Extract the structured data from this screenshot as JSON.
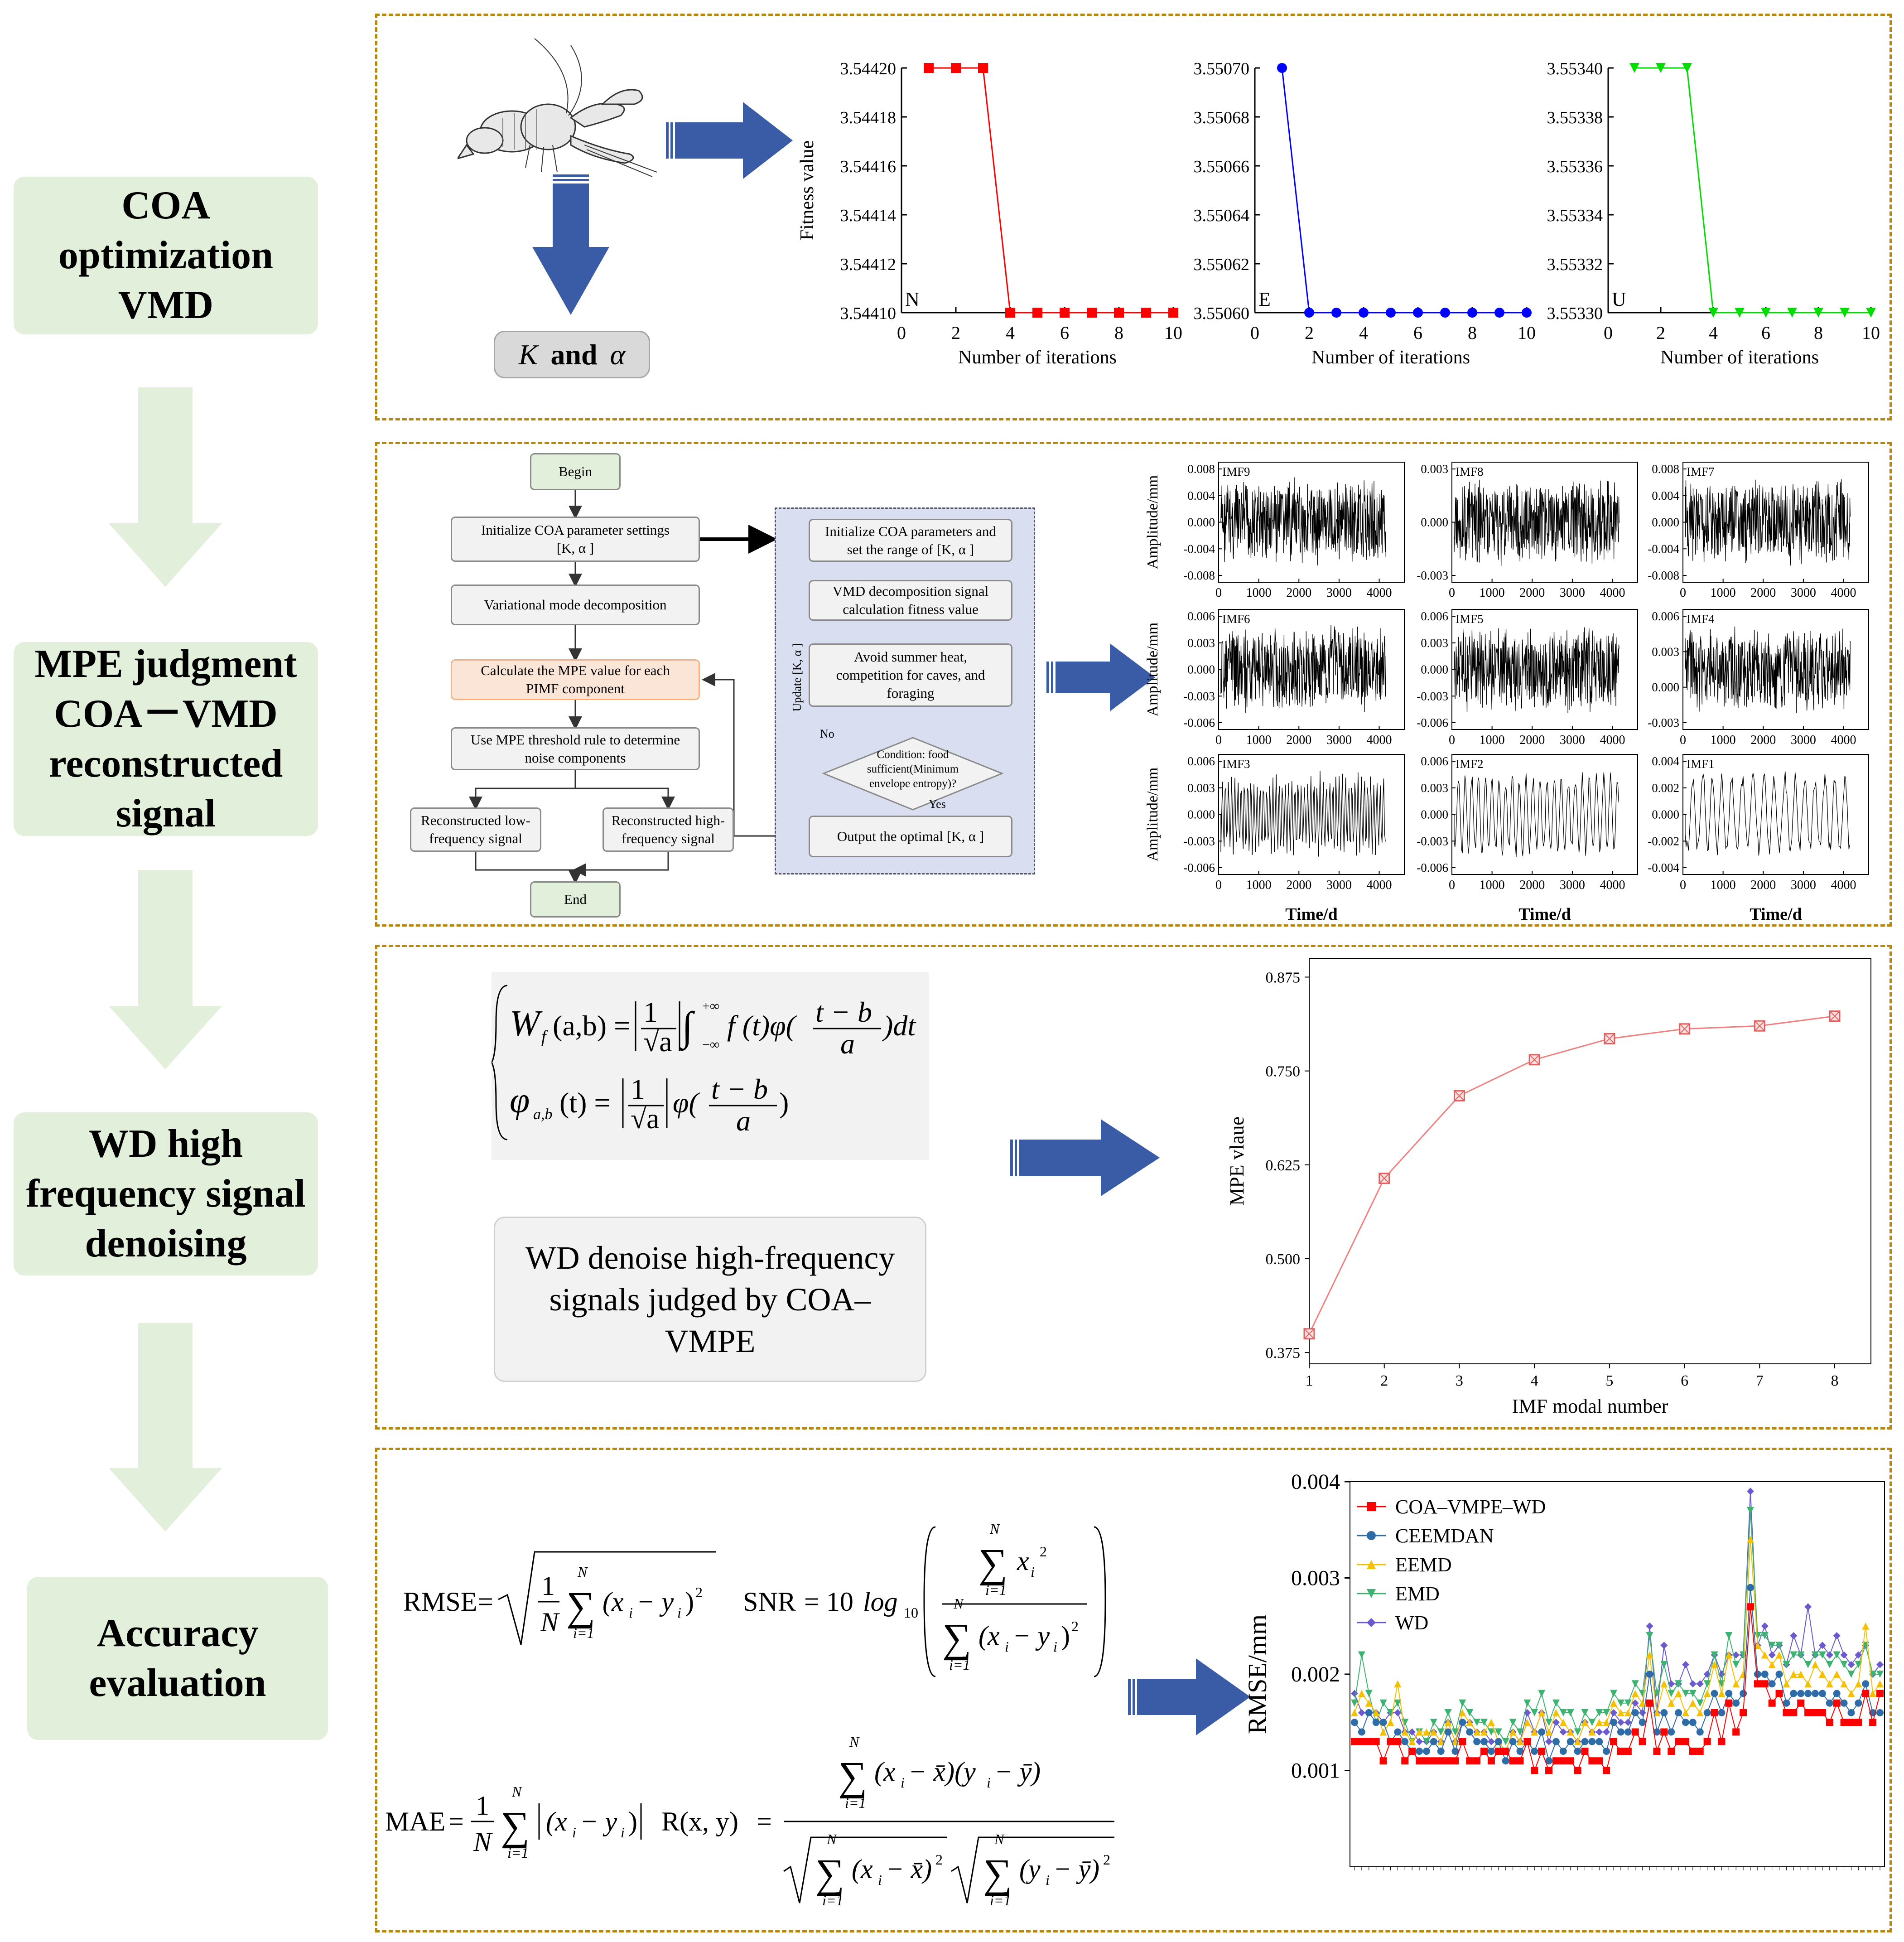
{
  "steps": [
    {
      "label": "COA\noptimization\nVMD"
    },
    {
      "label": "MPE judgment\nCOA－VMD\nreconstructed\nsignal"
    },
    {
      "label": "WD high\nfrequency signal\ndenoising"
    },
    {
      "label": "Accuracy\nevaluation"
    }
  ],
  "panel1": {
    "output_label_k": "K",
    "output_label_and": "and",
    "output_label_alpha": "α",
    "fitness_ylabel": "Fitness value",
    "iter_xlabel": "Number of iterations",
    "panel_letters": [
      "N",
      "E",
      "U"
    ]
  },
  "panel2": {
    "flow_left": {
      "begin": "Begin",
      "init": "Initialize COA parameter settings\n[K, α ]",
      "vmd": "Variational mode decomposition",
      "mpe": "Calculate the MPE value for each\nPIMF component",
      "threshold": "Use MPE threshold rule to determine\nnoise components",
      "low": "Reconstructed low-\nfrequency signal",
      "high": "Reconstructed high-\nfrequency signal",
      "end": "End"
    },
    "flow_right": {
      "init": "Initialize COA parameters and\nset the range of [K, α ]",
      "fitness": "VMD decomposition signal\ncalculation fitness value",
      "behave": "Avoid summer heat,\ncompetition for caves, and\nforaging",
      "condition": "Condition: food\nsufficient(Minimum\nenvelope entropy)?",
      "output": "Output the optimal  [K, α ]",
      "update": "Update  [K, α ]",
      "no": "No",
      "yes": "Yes"
    },
    "imf_ylabel": "Amplitude/mm",
    "imf_xlabel": "Time/d",
    "imf_xticks": [
      "0",
      "1000",
      "2000",
      "3000",
      "4000"
    ],
    "imf_panels": [
      {
        "name": "IMF9",
        "yticks": [
          "0.008",
          "0.004",
          "0.000",
          "-0.004",
          "-0.008"
        ],
        "ylabel": true
      },
      {
        "name": "IMF8",
        "yticks": [
          "0.003",
          "0.000",
          "-0.003"
        ],
        "ylabel": false
      },
      {
        "name": "IMF7",
        "yticks": [
          "0.008",
          "0.004",
          "0.000",
          "-0.004",
          "-0.008"
        ],
        "ylabel": false
      },
      {
        "name": "IMF6",
        "yticks": [
          "0.006",
          "0.003",
          "0.000",
          "-0.003",
          "-0.006"
        ],
        "ylabel": true
      },
      {
        "name": "IMF5",
        "yticks": [
          "0.006",
          "0.003",
          "0.000",
          "-0.003",
          "-0.006"
        ],
        "ylabel": false
      },
      {
        "name": "IMF4",
        "yticks": [
          "0.006",
          "0.003",
          "0.000",
          "-0.003"
        ],
        "ylabel": false
      },
      {
        "name": "IMF3",
        "yticks": [
          "0.006",
          "0.003",
          "0.000",
          "-0.003",
          "-0.006"
        ],
        "ylabel": true
      },
      {
        "name": "IMF2",
        "yticks": [
          "0.006",
          "0.003",
          "0.000",
          "-0.003",
          "-0.006"
        ],
        "ylabel": false
      },
      {
        "name": "IMF1",
        "yticks": [
          "0.004",
          "0.002",
          "0.000",
          "-0.002",
          "-0.004"
        ],
        "ylabel": false
      }
    ]
  },
  "panel3": {
    "wd_note": "WD denoise high-frequency signals judged by COA–VMPE"
  },
  "panel4": {
    "rmse_label": "RMSE",
    "snr_label": "SNR",
    "mae_label": "MAE",
    "r_label": "R(x, y)"
  },
  "colors": {
    "step_bg": "#e2efda",
    "down_arrow": "#e2efda",
    "panel_border": "#b8860b",
    "blue_arrow": "#3a5ba5",
    "flow_right_bg": "#d9dff0",
    "mpe_box": "#fbe5d6"
  },
  "chart_data": [
    {
      "type": "line",
      "panel_label": "N",
      "x": [
        1,
        2,
        3,
        4,
        5,
        6,
        7,
        8,
        9,
        10
      ],
      "values": [
        3.5442,
        3.5442,
        3.5442,
        3.5441,
        3.5441,
        3.5441,
        3.5441,
        3.5441,
        3.5441,
        3.5441
      ],
      "ylim": [
        3.5441,
        3.5442
      ],
      "yticks": [
        "3.54410",
        "3.54412",
        "3.54414",
        "3.54416",
        "3.54418",
        "3.54420"
      ],
      "xlim": [
        0,
        10
      ],
      "xticks": [
        "0",
        "2",
        "4",
        "6",
        "8",
        "10"
      ],
      "xlabel": "Number of iterations",
      "ylabel": "Fitness value",
      "color": "#ff0000",
      "marker": "square"
    },
    {
      "type": "line",
      "panel_label": "E",
      "x": [
        1,
        2,
        3,
        4,
        5,
        6,
        7,
        8,
        9,
        10
      ],
      "values": [
        3.5507,
        3.5506,
        3.5506,
        3.5506,
        3.5506,
        3.5506,
        3.5506,
        3.5506,
        3.5506,
        3.5506
      ],
      "ylim": [
        3.5506,
        3.5507
      ],
      "yticks": [
        "3.55060",
        "3.55062",
        "3.55064",
        "3.55066",
        "3.55068",
        "3.55070"
      ],
      "xlim": [
        0,
        10
      ],
      "xticks": [
        "0",
        "2",
        "4",
        "6",
        "8",
        "10"
      ],
      "xlabel": "Number of iterations",
      "color": "#0000ff",
      "marker": "circle"
    },
    {
      "type": "line",
      "panel_label": "U",
      "x": [
        1,
        2,
        3,
        4,
        5,
        6,
        7,
        8,
        9,
        10
      ],
      "values": [
        3.5534,
        3.5534,
        3.5534,
        3.5533,
        3.5533,
        3.5533,
        3.5533,
        3.5533,
        3.5533,
        3.5533
      ],
      "ylim": [
        3.5533,
        3.5534
      ],
      "yticks": [
        "3.55330",
        "3.55332",
        "3.55334",
        "3.55336",
        "3.55338",
        "3.55340"
      ],
      "xlim": [
        0,
        10
      ],
      "xticks": [
        "0",
        "2",
        "4",
        "6",
        "8",
        "10"
      ],
      "xlabel": "Number of iterations",
      "color": "#00dd00",
      "marker": "triangle-down"
    },
    {
      "type": "line",
      "x": [
        1,
        2,
        3,
        4,
        5,
        6,
        7,
        8
      ],
      "values": [
        0.4,
        0.607,
        0.717,
        0.765,
        0.793,
        0.806,
        0.81,
        0.823
      ],
      "ylim": [
        0.36,
        0.9
      ],
      "yticks": [
        "0.375",
        "0.500",
        "0.625",
        "0.750",
        "0.875"
      ],
      "xticks": [
        "1",
        "2",
        "3",
        "4",
        "5",
        "6",
        "7",
        "8"
      ],
      "xlabel": "IMF modal number",
      "ylabel": "MPE vlaue",
      "color": "#f08080",
      "marker": "square-x"
    },
    {
      "type": "line",
      "ylim": [
        0.0,
        0.004
      ],
      "yticks": [
        "0.001",
        "0.002",
        "0.003",
        "0.004"
      ],
      "ylabel": "RMSE/mm",
      "series": [
        {
          "name": "COA–VMPE–WD",
          "color": "#ff0000",
          "marker": "square",
          "values": [
            0.0013,
            0.0013,
            0.0013,
            0.0013,
            0.0011,
            0.0013,
            0.0013,
            0.0011,
            0.0012,
            0.0011,
            0.0011,
            0.0011,
            0.0011,
            0.0011,
            0.0011,
            0.0013,
            0.0011,
            0.0011,
            0.0012,
            0.0011,
            0.0012,
            0.0012,
            0.0011,
            0.0011,
            0.0013,
            0.001,
            0.0012,
            0.001,
            0.0011,
            0.0011,
            0.0011,
            0.001,
            0.0012,
            0.0011,
            0.0011,
            0.001,
            0.0013,
            0.0012,
            0.0012,
            0.0014,
            0.0013,
            0.0017,
            0.0012,
            0.0014,
            0.0012,
            0.0013,
            0.0013,
            0.0012,
            0.0012,
            0.0013,
            0.0016,
            0.0013,
            0.0017,
            0.0014,
            0.0016,
            0.0027,
            0.0019,
            0.0019,
            0.0017,
            0.0018,
            0.0016,
            0.0016,
            0.0017,
            0.0016,
            0.0016,
            0.0016,
            0.0015,
            0.0017,
            0.0015,
            0.0015,
            0.0015,
            0.0018,
            0.0015,
            0.0018
          ]
        },
        {
          "name": "CEEMDAN",
          "color": "#2e6ca8",
          "marker": "circle",
          "values": [
            0.0015,
            0.0014,
            0.0016,
            0.0015,
            0.0015,
            0.0013,
            0.0014,
            0.0013,
            0.0012,
            0.0012,
            0.0012,
            0.0013,
            0.0012,
            0.0014,
            0.0012,
            0.0015,
            0.0014,
            0.0013,
            0.0013,
            0.0012,
            0.0013,
            0.0011,
            0.0013,
            0.0012,
            0.0013,
            0.0012,
            0.0014,
            0.0011,
            0.0013,
            0.0012,
            0.0013,
            0.0012,
            0.0013,
            0.0013,
            0.0013,
            0.0012,
            0.0015,
            0.0014,
            0.0014,
            0.0016,
            0.0015,
            0.002,
            0.0014,
            0.0016,
            0.0014,
            0.0016,
            0.0015,
            0.0015,
            0.0014,
            0.0016,
            0.0018,
            0.0016,
            0.0018,
            0.0017,
            0.0018,
            0.0029,
            0.002,
            0.002,
            0.0019,
            0.002,
            0.0017,
            0.0018,
            0.0018,
            0.0018,
            0.0018,
            0.0018,
            0.0017,
            0.0018,
            0.0017,
            0.0016,
            0.0017,
            0.0019,
            0.0016,
            0.0016
          ]
        },
        {
          "name": "EEMD",
          "color": "#f5c000",
          "marker": "triangle",
          "values": [
            0.0016,
            0.0018,
            0.0017,
            0.0016,
            0.0014,
            0.0015,
            0.0019,
            0.0014,
            0.0013,
            0.0014,
            0.0014,
            0.0014,
            0.0013,
            0.0015,
            0.0013,
            0.0016,
            0.0015,
            0.0014,
            0.0014,
            0.0015,
            0.0013,
            0.0012,
            0.0014,
            0.0013,
            0.0015,
            0.0014,
            0.0016,
            0.0014,
            0.0016,
            0.0015,
            0.0014,
            0.0013,
            0.0015,
            0.0014,
            0.0015,
            0.0015,
            0.0017,
            0.0016,
            0.0016,
            0.0018,
            0.0017,
            0.0022,
            0.0016,
            0.0019,
            0.0017,
            0.0018,
            0.0016,
            0.0017,
            0.0016,
            0.0018,
            0.0021,
            0.0018,
            0.0022,
            0.0019,
            0.002,
            0.0034,
            0.0023,
            0.0022,
            0.0021,
            0.0022,
            0.0019,
            0.002,
            0.002,
            0.0019,
            0.0021,
            0.002,
            0.0019,
            0.002,
            0.0019,
            0.0018,
            0.0019,
            0.0025,
            0.0018,
            0.0019
          ]
        },
        {
          "name": "EMD",
          "color": "#3cb371",
          "marker": "triangle-down",
          "values": [
            0.0017,
            0.0022,
            0.0018,
            0.0015,
            0.0017,
            0.0016,
            0.0017,
            0.0015,
            0.0013,
            0.0014,
            0.0013,
            0.0015,
            0.0014,
            0.0016,
            0.0014,
            0.0017,
            0.0016,
            0.0015,
            0.0015,
            0.0014,
            0.0014,
            0.0013,
            0.0015,
            0.0014,
            0.0017,
            0.0016,
            0.0018,
            0.0015,
            0.0017,
            0.0016,
            0.0016,
            0.0014,
            0.0016,
            0.0015,
            0.0016,
            0.0016,
            0.0018,
            0.0017,
            0.0017,
            0.0019,
            0.0018,
            0.0024,
            0.0018,
            0.0021,
            0.0018,
            0.0019,
            0.0018,
            0.0018,
            0.0017,
            0.0019,
            0.0022,
            0.0019,
            0.0024,
            0.0021,
            0.0022,
            0.0037,
            0.0024,
            0.0024,
            0.0023,
            0.0023,
            0.0021,
            0.0022,
            0.0022,
            0.0021,
            0.0022,
            0.0022,
            0.0021,
            0.0022,
            0.0021,
            0.002,
            0.0021,
            0.0023,
            0.002,
            0.002
          ]
        },
        {
          "name": "WD",
          "color": "#6a5acd",
          "marker": "diamond",
          "values": [
            0.0018,
            0.0016,
            0.0016,
            0.0016,
            0.0015,
            0.0016,
            0.0016,
            0.0014,
            0.0014,
            0.0013,
            0.0013,
            0.0014,
            0.0013,
            0.0015,
            0.0013,
            0.0015,
            0.0015,
            0.0014,
            0.0014,
            0.0013,
            0.0013,
            0.0012,
            0.0014,
            0.0013,
            0.0016,
            0.0014,
            0.0016,
            0.0013,
            0.0015,
            0.0014,
            0.0014,
            0.0013,
            0.0015,
            0.0014,
            0.0014,
            0.0014,
            0.0016,
            0.0015,
            0.0015,
            0.0017,
            0.0016,
            0.0025,
            0.0016,
            0.0023,
            0.0019,
            0.0019,
            0.0021,
            0.0019,
            0.0019,
            0.002,
            0.0022,
            0.002,
            0.0022,
            0.0022,
            0.0022,
            0.0039,
            0.0023,
            0.0025,
            0.0022,
            0.0023,
            0.0021,
            0.0024,
            0.0022,
            0.0027,
            0.0022,
            0.0023,
            0.0022,
            0.0024,
            0.0022,
            0.0021,
            0.0022,
            0.0023,
            0.002,
            0.0021
          ]
        }
      ]
    }
  ]
}
